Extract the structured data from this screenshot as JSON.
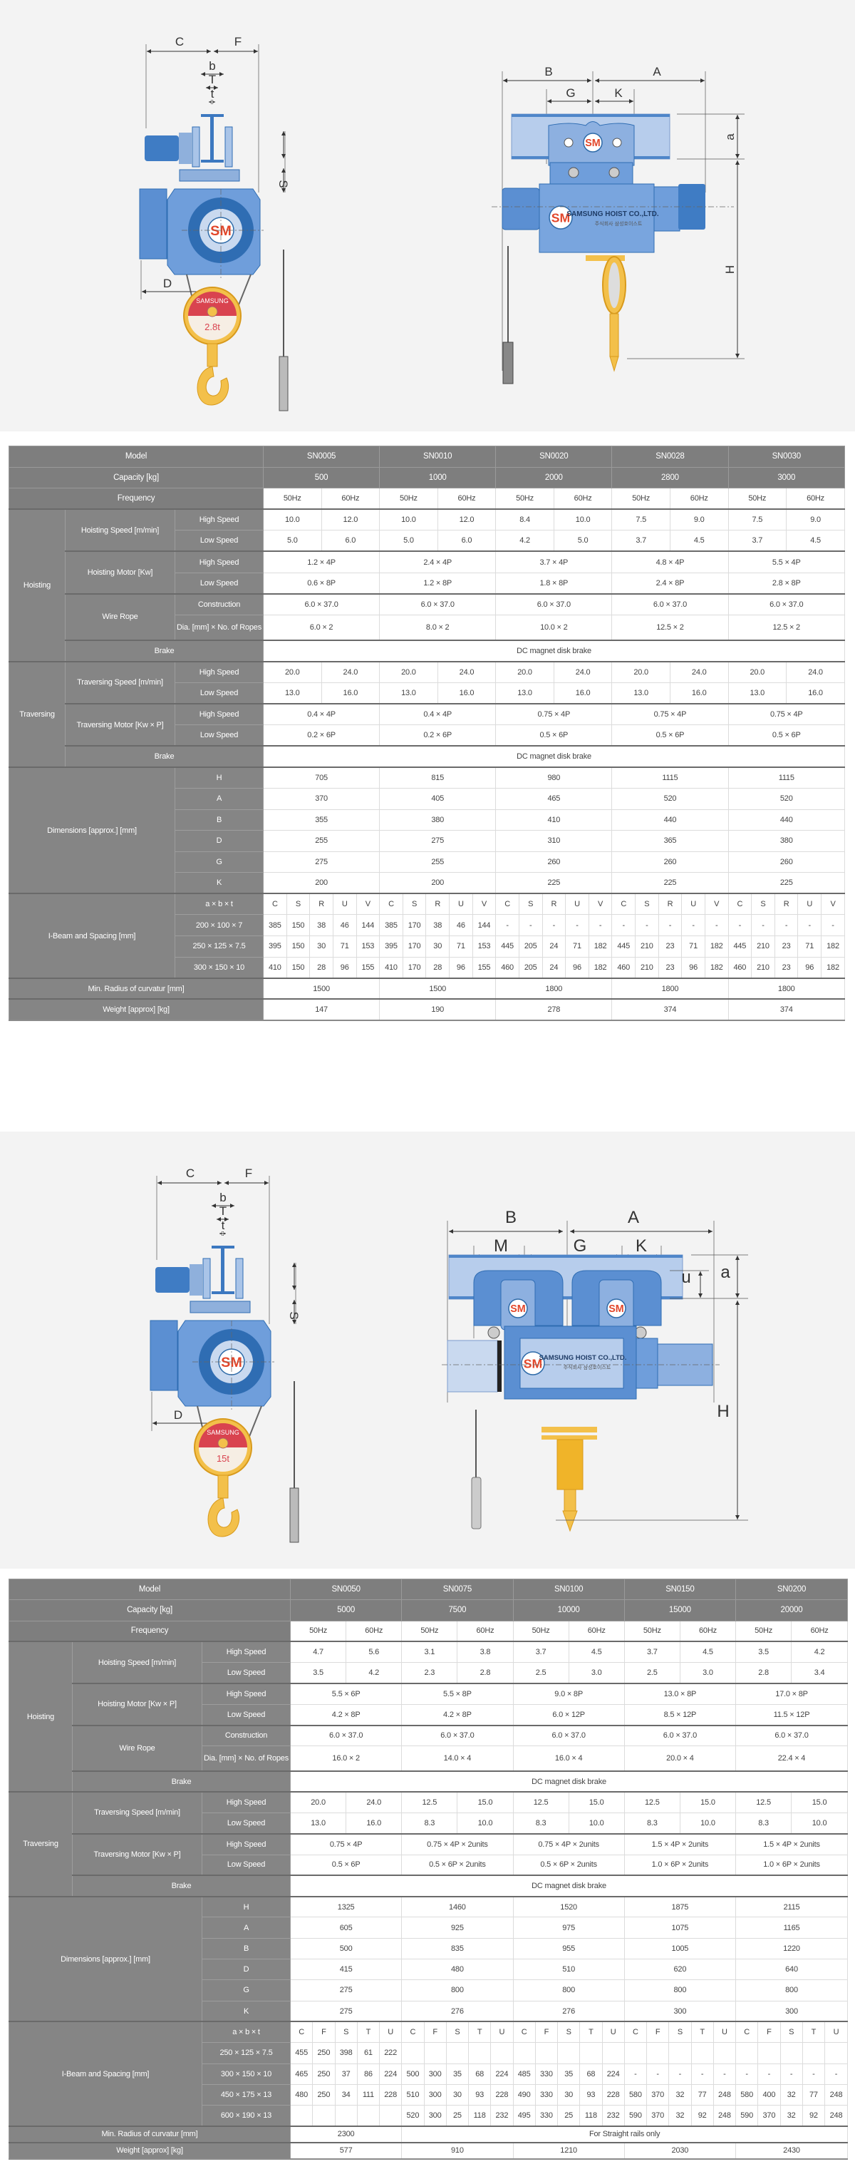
{
  "diagram_1": {
    "side_labels": [
      "C",
      "F",
      "b",
      "T",
      "t",
      "S",
      "D"
    ],
    "front_labels": [
      "B",
      "A",
      "G",
      "K",
      "a",
      "H"
    ],
    "hook_badge": {
      "brand": "SAMSUNG",
      "capacity": "2.8t"
    },
    "logo": "SM",
    "nameplate": {
      "company": "SAMSUNG HOIST CO.,LTD.",
      "korean": "주식회사 삼성호이스트"
    }
  },
  "diagram_2": {
    "side_labels": [
      "C",
      "F",
      "b",
      "T",
      "t",
      "S",
      "D"
    ],
    "front_labels": [
      "B",
      "A",
      "M",
      "G",
      "K",
      "u",
      "a",
      "H"
    ],
    "hook_badge": {
      "brand": "SAMSUNG",
      "capacity": "15t"
    },
    "logo": "SM",
    "nameplate": {
      "company": "SAMSUNG HOIST CO.,LTD.",
      "korean": "주식회사 삼성호이스트"
    }
  },
  "colors": {
    "header_gray": "#7e7e7e",
    "label_gray": "#858585",
    "hoist_blue": "#5b8fd2",
    "hook_yellow": "#f0b429",
    "badge_red": "#d9434f"
  },
  "table1": {
    "model_label": "Model",
    "models": [
      "SN0005",
      "SN0010",
      "SN0020",
      "SN0028",
      "SN0030"
    ],
    "capacity_label": "Capacity [kg]",
    "capacities": [
      "500",
      "1000",
      "2000",
      "2800",
      "3000"
    ],
    "frequency_label": "Frequency",
    "frequencies": [
      "50Hz",
      "60Hz"
    ],
    "hoisting": {
      "label": "Hoisting",
      "speed": {
        "label": "Hoisting Speed [m/min]",
        "high_label": "High Speed",
        "low_label": "Low Speed",
        "high": [
          [
            "10.0",
            "12.0"
          ],
          [
            "10.0",
            "12.0"
          ],
          [
            "8.4",
            "10.0"
          ],
          [
            "7.5",
            "9.0"
          ],
          [
            "7.5",
            "9.0"
          ]
        ],
        "low": [
          [
            "5.0",
            "6.0"
          ],
          [
            "5.0",
            "6.0"
          ],
          [
            "4.2",
            "5.0"
          ],
          [
            "3.7",
            "4.5"
          ],
          [
            "3.7",
            "4.5"
          ]
        ]
      },
      "motor": {
        "label": "Hoisting Motor [Kw]",
        "high_label": "High Speed",
        "low_label": "Low Speed",
        "high": [
          "1.2 × 4P",
          "2.4 × 4P",
          "3.7 × 4P",
          "4.8 × 4P",
          "5.5 × 4P"
        ],
        "low": [
          "0.6 × 8P",
          "1.2 × 8P",
          "1.8 × 8P",
          "2.4 × 8P",
          "2.8 × 8P"
        ]
      },
      "wire_rope": {
        "label": "Wire Rope",
        "construction_label": "Construction",
        "dia_label": "Dia. [mm] × No. of Ropes",
        "construction": [
          "6.0 × 37.0",
          "6.0 × 37.0",
          "6.0 × 37.0",
          "6.0 × 37.0",
          "6.0 × 37.0"
        ],
        "dia": [
          "6.0 × 2",
          "8.0 × 2",
          "10.0 × 2",
          "12.5 × 2",
          "12.5 × 2"
        ]
      },
      "brake": {
        "label": "Brake",
        "value": "DC magnet disk brake"
      }
    },
    "traversing": {
      "label": "Traversing",
      "speed": {
        "label": "Traversing Speed [m/min]",
        "high_label": "High Speed",
        "low_label": "Low Speed",
        "high": [
          [
            "20.0",
            "24.0"
          ],
          [
            "20.0",
            "24.0"
          ],
          [
            "20.0",
            "24.0"
          ],
          [
            "20.0",
            "24.0"
          ],
          [
            "20.0",
            "24.0"
          ]
        ],
        "low": [
          [
            "13.0",
            "16.0"
          ],
          [
            "13.0",
            "16.0"
          ],
          [
            "13.0",
            "16.0"
          ],
          [
            "13.0",
            "16.0"
          ],
          [
            "13.0",
            "16.0"
          ]
        ]
      },
      "motor": {
        "label": "Traversing Motor [Kw × P]",
        "high_label": "High Speed",
        "low_label": "Low Speed",
        "high": [
          "0.4 × 4P",
          "0.4 × 4P",
          "0.75 × 4P",
          "0.75 × 4P",
          "0.75 × 4P"
        ],
        "low": [
          "0.2 × 6P",
          "0.2 × 6P",
          "0.5 × 6P",
          "0.5 × 6P",
          "0.5 × 6P"
        ]
      },
      "brake": {
        "label": "Brake",
        "value": "DC magnet disk brake"
      }
    },
    "dimensions": {
      "label": "Dimensions [approx.] [mm]",
      "rows": [
        {
          "key": "H",
          "values": [
            "705",
            "815",
            "980",
            "1115",
            "1115"
          ]
        },
        {
          "key": "A",
          "values": [
            "370",
            "405",
            "465",
            "520",
            "520"
          ]
        },
        {
          "key": "B",
          "values": [
            "355",
            "380",
            "410",
            "440",
            "440"
          ]
        },
        {
          "key": "D",
          "values": [
            "255",
            "275",
            "310",
            "365",
            "380"
          ]
        },
        {
          "key": "G",
          "values": [
            "275",
            "255",
            "260",
            "260",
            "260"
          ]
        },
        {
          "key": "K",
          "values": [
            "200",
            "200",
            "225",
            "225",
            "225"
          ]
        }
      ]
    },
    "ibeam": {
      "label": "I-Beam and Spacing [mm]",
      "header_label": "a × b × t",
      "columns": [
        "C",
        "S",
        "R",
        "U",
        "V"
      ],
      "rows": [
        {
          "size": "200 × 100 × 7",
          "values": [
            [
              "385",
              "150",
              "38",
              "46",
              "144"
            ],
            [
              "385",
              "170",
              "38",
              "46",
              "144"
            ],
            [
              "-",
              "-",
              "-",
              "-",
              "-"
            ],
            [
              "-",
              "-",
              "-",
              "-",
              "-"
            ],
            [
              "-",
              "-",
              "-",
              "-",
              "-"
            ]
          ]
        },
        {
          "size": "250 × 125 × 7.5",
          "values": [
            [
              "395",
              "150",
              "30",
              "71",
              "153"
            ],
            [
              "395",
              "170",
              "30",
              "71",
              "153"
            ],
            [
              "445",
              "205",
              "24",
              "71",
              "182"
            ],
            [
              "445",
              "210",
              "23",
              "71",
              "182"
            ],
            [
              "445",
              "210",
              "23",
              "71",
              "182"
            ]
          ]
        },
        {
          "size": "300 × 150 × 10",
          "values": [
            [
              "410",
              "150",
              "28",
              "96",
              "155"
            ],
            [
              "410",
              "170",
              "28",
              "96",
              "155"
            ],
            [
              "460",
              "205",
              "24",
              "96",
              "182"
            ],
            [
              "460",
              "210",
              "23",
              "96",
              "182"
            ],
            [
              "460",
              "210",
              "23",
              "96",
              "182"
            ]
          ]
        }
      ]
    },
    "radius": {
      "label": "Min. Radius of curvatur [mm]",
      "values": [
        "1500",
        "1500",
        "1800",
        "1800",
        "1800"
      ]
    },
    "weight": {
      "label": "Weight [approx] [kg]",
      "values": [
        "147",
        "190",
        "278",
        "374",
        "374"
      ]
    }
  },
  "table2": {
    "model_label": "Model",
    "models": [
      "SN0050",
      "SN0075",
      "SN0100",
      "SN0150",
      "SN0200"
    ],
    "capacity_label": "Capacity [kg]",
    "capacities": [
      "5000",
      "7500",
      "10000",
      "15000",
      "20000"
    ],
    "frequency_label": "Frequency",
    "frequencies": [
      "50Hz",
      "60Hz"
    ],
    "hoisting": {
      "label": "Hoisting",
      "speed": {
        "label": "Hoisting Speed [m/min]",
        "high_label": "High Speed",
        "low_label": "Low Speed",
        "high": [
          [
            "4.7",
            "5.6"
          ],
          [
            "3.1",
            "3.8"
          ],
          [
            "3.7",
            "4.5"
          ],
          [
            "3.7",
            "4.5"
          ],
          [
            "3.5",
            "4.2"
          ]
        ],
        "low": [
          [
            "3.5",
            "4.2"
          ],
          [
            "2.3",
            "2.8"
          ],
          [
            "2.5",
            "3.0"
          ],
          [
            "2.5",
            "3.0"
          ],
          [
            "2.8",
            "3.4"
          ]
        ]
      },
      "motor": {
        "label": "Hoisting Motor [Kw × P]",
        "high_label": "High Speed",
        "low_label": "Low Speed",
        "high": [
          "5.5 × 6P",
          "5.5 × 8P",
          "9.0 × 8P",
          "13.0 × 8P",
          "17.0 × 8P"
        ],
        "low": [
          "4.2 × 8P",
          "4.2 × 8P",
          "6.0 × 12P",
          "8.5 × 12P",
          "11.5 × 12P"
        ]
      },
      "wire_rope": {
        "label": "Wire Rope",
        "construction_label": "Construction",
        "dia_label": "Dia. [mm] × No. of Ropes",
        "construction": [
          "6.0 × 37.0",
          "6.0 × 37.0",
          "6.0 × 37.0",
          "6.0 × 37.0",
          "6.0 × 37.0"
        ],
        "dia": [
          "16.0 × 2",
          "14.0 × 4",
          "16.0 × 4",
          "20.0 × 4",
          "22.4 × 4"
        ]
      },
      "brake": {
        "label": "Brake",
        "value": "DC magnet disk brake"
      }
    },
    "traversing": {
      "label": "Traversing",
      "speed": {
        "label": "Traversing Speed [m/min]",
        "high_label": "High Speed",
        "low_label": "Low Speed",
        "high": [
          [
            "20.0",
            "24.0"
          ],
          [
            "12.5",
            "15.0"
          ],
          [
            "12.5",
            "15.0"
          ],
          [
            "12.5",
            "15.0"
          ],
          [
            "12.5",
            "15.0"
          ]
        ],
        "low": [
          [
            "13.0",
            "16.0"
          ],
          [
            "8.3",
            "10.0"
          ],
          [
            "8.3",
            "10.0"
          ],
          [
            "8.3",
            "10.0"
          ],
          [
            "8.3",
            "10.0"
          ]
        ]
      },
      "motor": {
        "label": "Traversing Motor [Kw × P]",
        "high_label": "High Speed",
        "low_label": "Low Speed",
        "high": [
          "0.75 × 4P",
          "0.75 × 4P × 2units",
          "0.75 × 4P × 2units",
          "1.5 × 4P × 2units",
          "1.5 × 4P × 2units"
        ],
        "low": [
          "0.5 × 6P",
          "0.5 × 6P × 2units",
          "0.5 × 6P × 2units",
          "1.0 × 6P × 2units",
          "1.0 × 6P × 2units"
        ]
      },
      "brake": {
        "label": "Brake",
        "value": "DC magnet disk brake"
      }
    },
    "dimensions": {
      "label": "Dimensions [approx.] [mm]",
      "rows": [
        {
          "key": "H",
          "values": [
            "1325",
            "1460",
            "1520",
            "1875",
            "2115"
          ]
        },
        {
          "key": "A",
          "values": [
            "605",
            "925",
            "975",
            "1075",
            "1165"
          ]
        },
        {
          "key": "B",
          "values": [
            "500",
            "835",
            "955",
            "1005",
            "1220"
          ]
        },
        {
          "key": "D",
          "values": [
            "415",
            "480",
            "510",
            "620",
            "640"
          ]
        },
        {
          "key": "G",
          "values": [
            "275",
            "800",
            "800",
            "800",
            "800"
          ]
        },
        {
          "key": "K",
          "values": [
            "275",
            "276",
            "276",
            "300",
            "300"
          ]
        }
      ]
    },
    "ibeam": {
      "label": "I-Beam and Spacing [mm]",
      "header_label": "a × b × t",
      "columns": [
        "C",
        "F",
        "S",
        "T",
        "U"
      ],
      "rows": [
        {
          "size": "250 × 125 × 7.5",
          "values": [
            [
              "455",
              "250",
              "398",
              "61",
              "222"
            ],
            [
              "",
              "",
              "",
              "",
              ""
            ],
            [
              "",
              "",
              "",
              "",
              ""
            ],
            [
              "",
              "",
              "",
              "",
              ""
            ],
            [
              "",
              "",
              "",
              "",
              ""
            ]
          ]
        },
        {
          "size": "300 × 150 × 10",
          "values": [
            [
              "465",
              "250",
              "37",
              "86",
              "224"
            ],
            [
              "500",
              "300",
              "35",
              "68",
              "224"
            ],
            [
              "485",
              "330",
              "35",
              "68",
              "224"
            ],
            [
              "-",
              "-",
              "-",
              "-",
              "-"
            ],
            [
              "-",
              "-",
              "-",
              "-",
              "-"
            ]
          ]
        },
        {
          "size": "450 × 175 × 13",
          "values": [
            [
              "480",
              "250",
              "34",
              "111",
              "228"
            ],
            [
              "510",
              "300",
              "30",
              "93",
              "228"
            ],
            [
              "490",
              "330",
              "30",
              "93",
              "228"
            ],
            [
              "580",
              "370",
              "32",
              "77",
              "248"
            ],
            [
              "580",
              "400",
              "32",
              "77",
              "248"
            ]
          ]
        },
        {
          "size": "600 × 190 × 13",
          "values": [
            [
              "",
              "",
              "",
              "",
              ""
            ],
            [
              "520",
              "300",
              "25",
              "118",
              "232"
            ],
            [
              "495",
              "330",
              "25",
              "118",
              "232"
            ],
            [
              "590",
              "370",
              "32",
              "92",
              "248"
            ],
            [
              "590",
              "370",
              "32",
              "92",
              "248"
            ]
          ]
        }
      ]
    },
    "radius": {
      "label": "Min. Radius of curvatur [mm]",
      "values": [
        "2300",
        "For Straight rails only"
      ]
    },
    "weight": {
      "label": "Weight [approx] [kg]",
      "values": [
        "577",
        "910",
        "1210",
        "2030",
        "2430"
      ]
    }
  }
}
